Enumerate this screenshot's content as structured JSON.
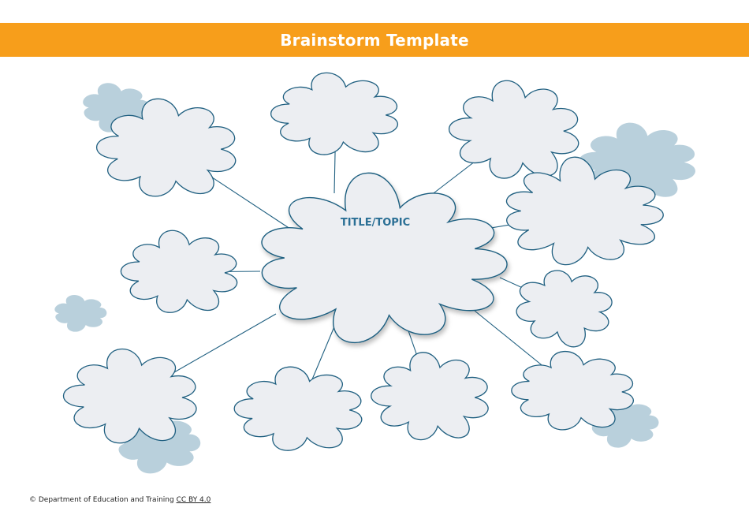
{
  "header": {
    "title": "Brainstorm Template"
  },
  "topic": {
    "label": "TITLE/TOPIC"
  },
  "footer": {
    "copyright": "© Department of Education and Training",
    "license": "CC BY 4.0"
  },
  "colors": {
    "header_bg": "#f79e1b",
    "header_text": "#ffffff",
    "cloud_fill": "#eceef2",
    "cloud_stroke": "#1f5f80",
    "topic_text": "#2a6f95",
    "connector": "#1f5f80",
    "decor_cloud": "#b9d0dc"
  },
  "ideas": [
    "",
    "",
    "",
    "",
    "",
    "",
    "",
    "",
    "",
    ""
  ]
}
